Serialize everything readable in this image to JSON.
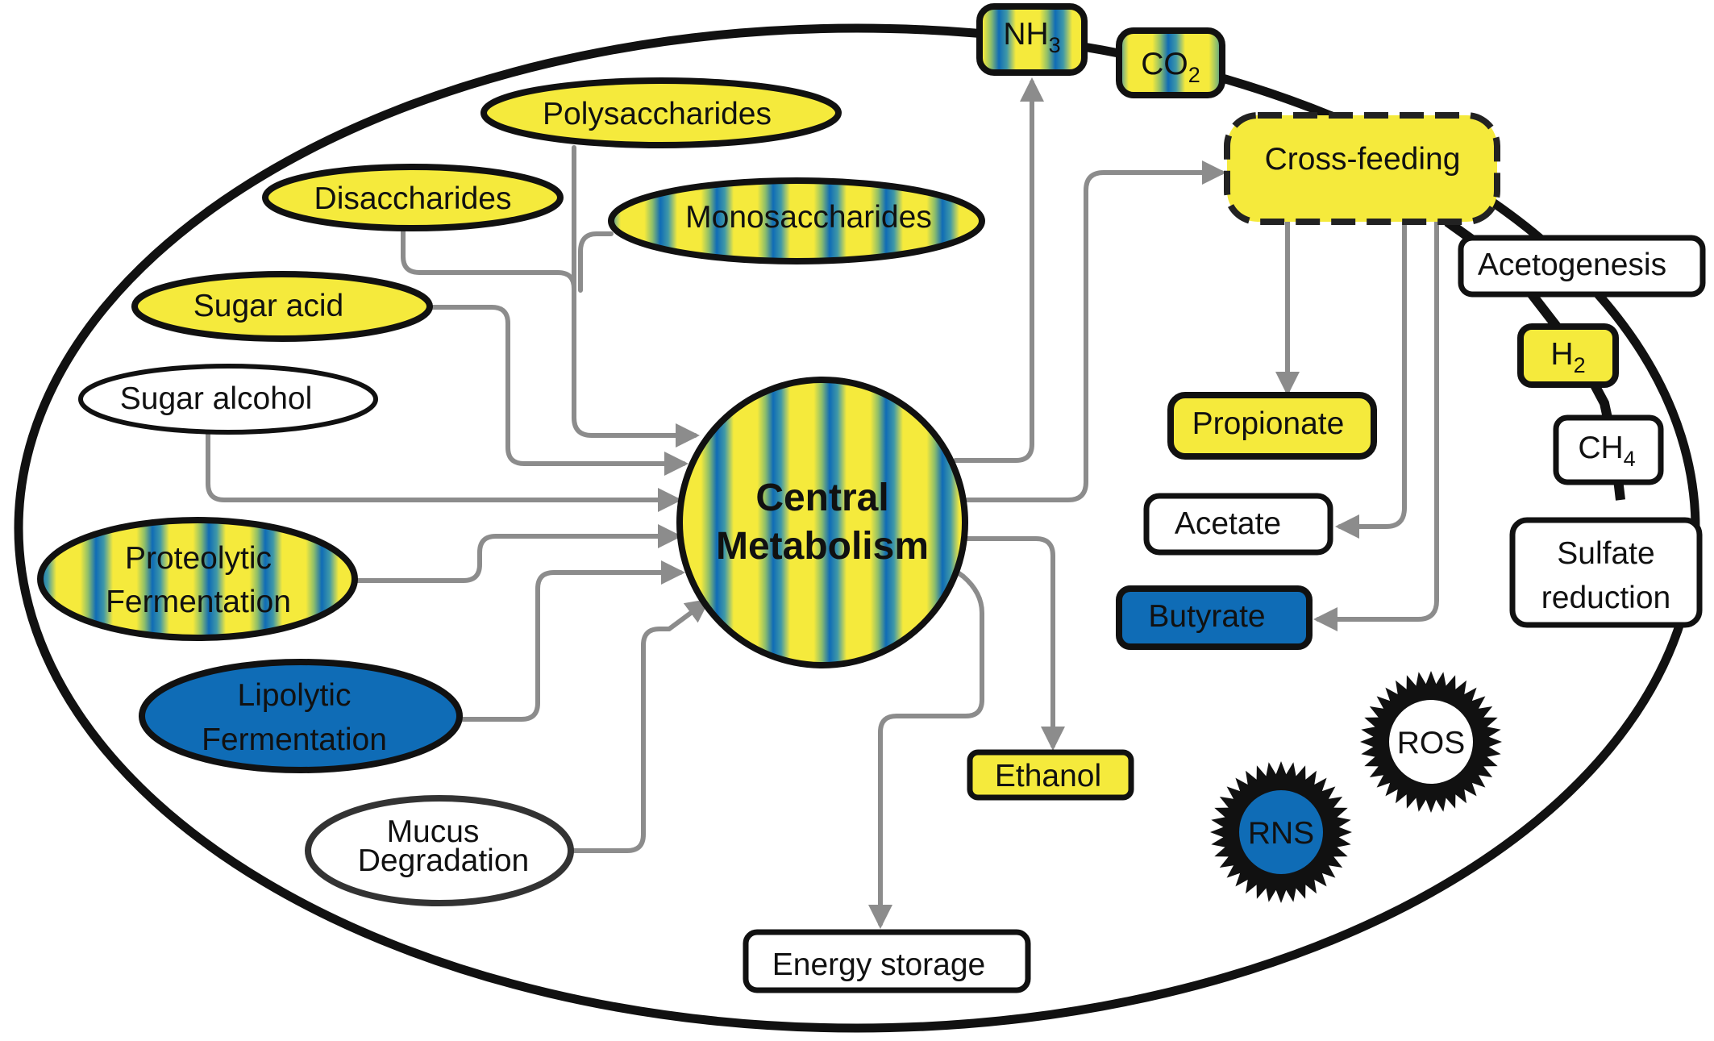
{
  "colors": {
    "yellow": "#f5ea3c",
    "blue": "#0f6cb6",
    "white": "#ffffff",
    "outline": "#111111",
    "arrow": "#8c8c8c"
  },
  "nodes": {
    "polysaccharides": "Polysaccharides",
    "disaccharides": "Disaccharides",
    "monosaccharides": "Monosaccharides",
    "sugar_acid": "Sugar acid",
    "sugar_alcohol": "Sugar alcohol",
    "proteolytic": [
      "Proteolytic",
      "Fermentation"
    ],
    "lipolytic": [
      "Lipolytic",
      "Fermentation"
    ],
    "mucus": [
      "Mucus",
      "Degradation"
    ],
    "central": [
      "Central",
      "Metabolism"
    ],
    "nh3": {
      "base": "NH",
      "sub": "3"
    },
    "co2": {
      "base": "CO",
      "sub": "2"
    },
    "cross_feeding": "Cross-feeding",
    "acetogenesis": "Acetogenesis",
    "h2": {
      "base": "H",
      "sub": "2"
    },
    "ch4": {
      "base": "CH",
      "sub": "4"
    },
    "sulfate": [
      "Sulfate",
      "reduction"
    ],
    "propionate": "Propionate",
    "acetate": "Acetate",
    "butyrate": "Butyrate",
    "ethanol": "Ethanol",
    "energy_storage": "Energy storage",
    "ros": "ROS",
    "rns": "RNS"
  },
  "fills": {
    "polysaccharides": "yellow",
    "disaccharides": "yellow",
    "monosaccharides": "striped",
    "sugar_acid": "yellow",
    "sugar_alcohol": "white",
    "proteolytic": "striped",
    "lipolytic": "blue",
    "mucus": "white",
    "central": "striped",
    "nh3": "striped",
    "co2": "striped",
    "cross_feeding": "yellow",
    "acetogenesis": "white",
    "h2": "yellow",
    "ch4": "white",
    "sulfate": "white",
    "propionate": "yellow",
    "acetate": "white",
    "butyrate": "blue",
    "ethanol": "yellow",
    "energy_storage": "white",
    "ros": "white",
    "rns": "blue"
  }
}
